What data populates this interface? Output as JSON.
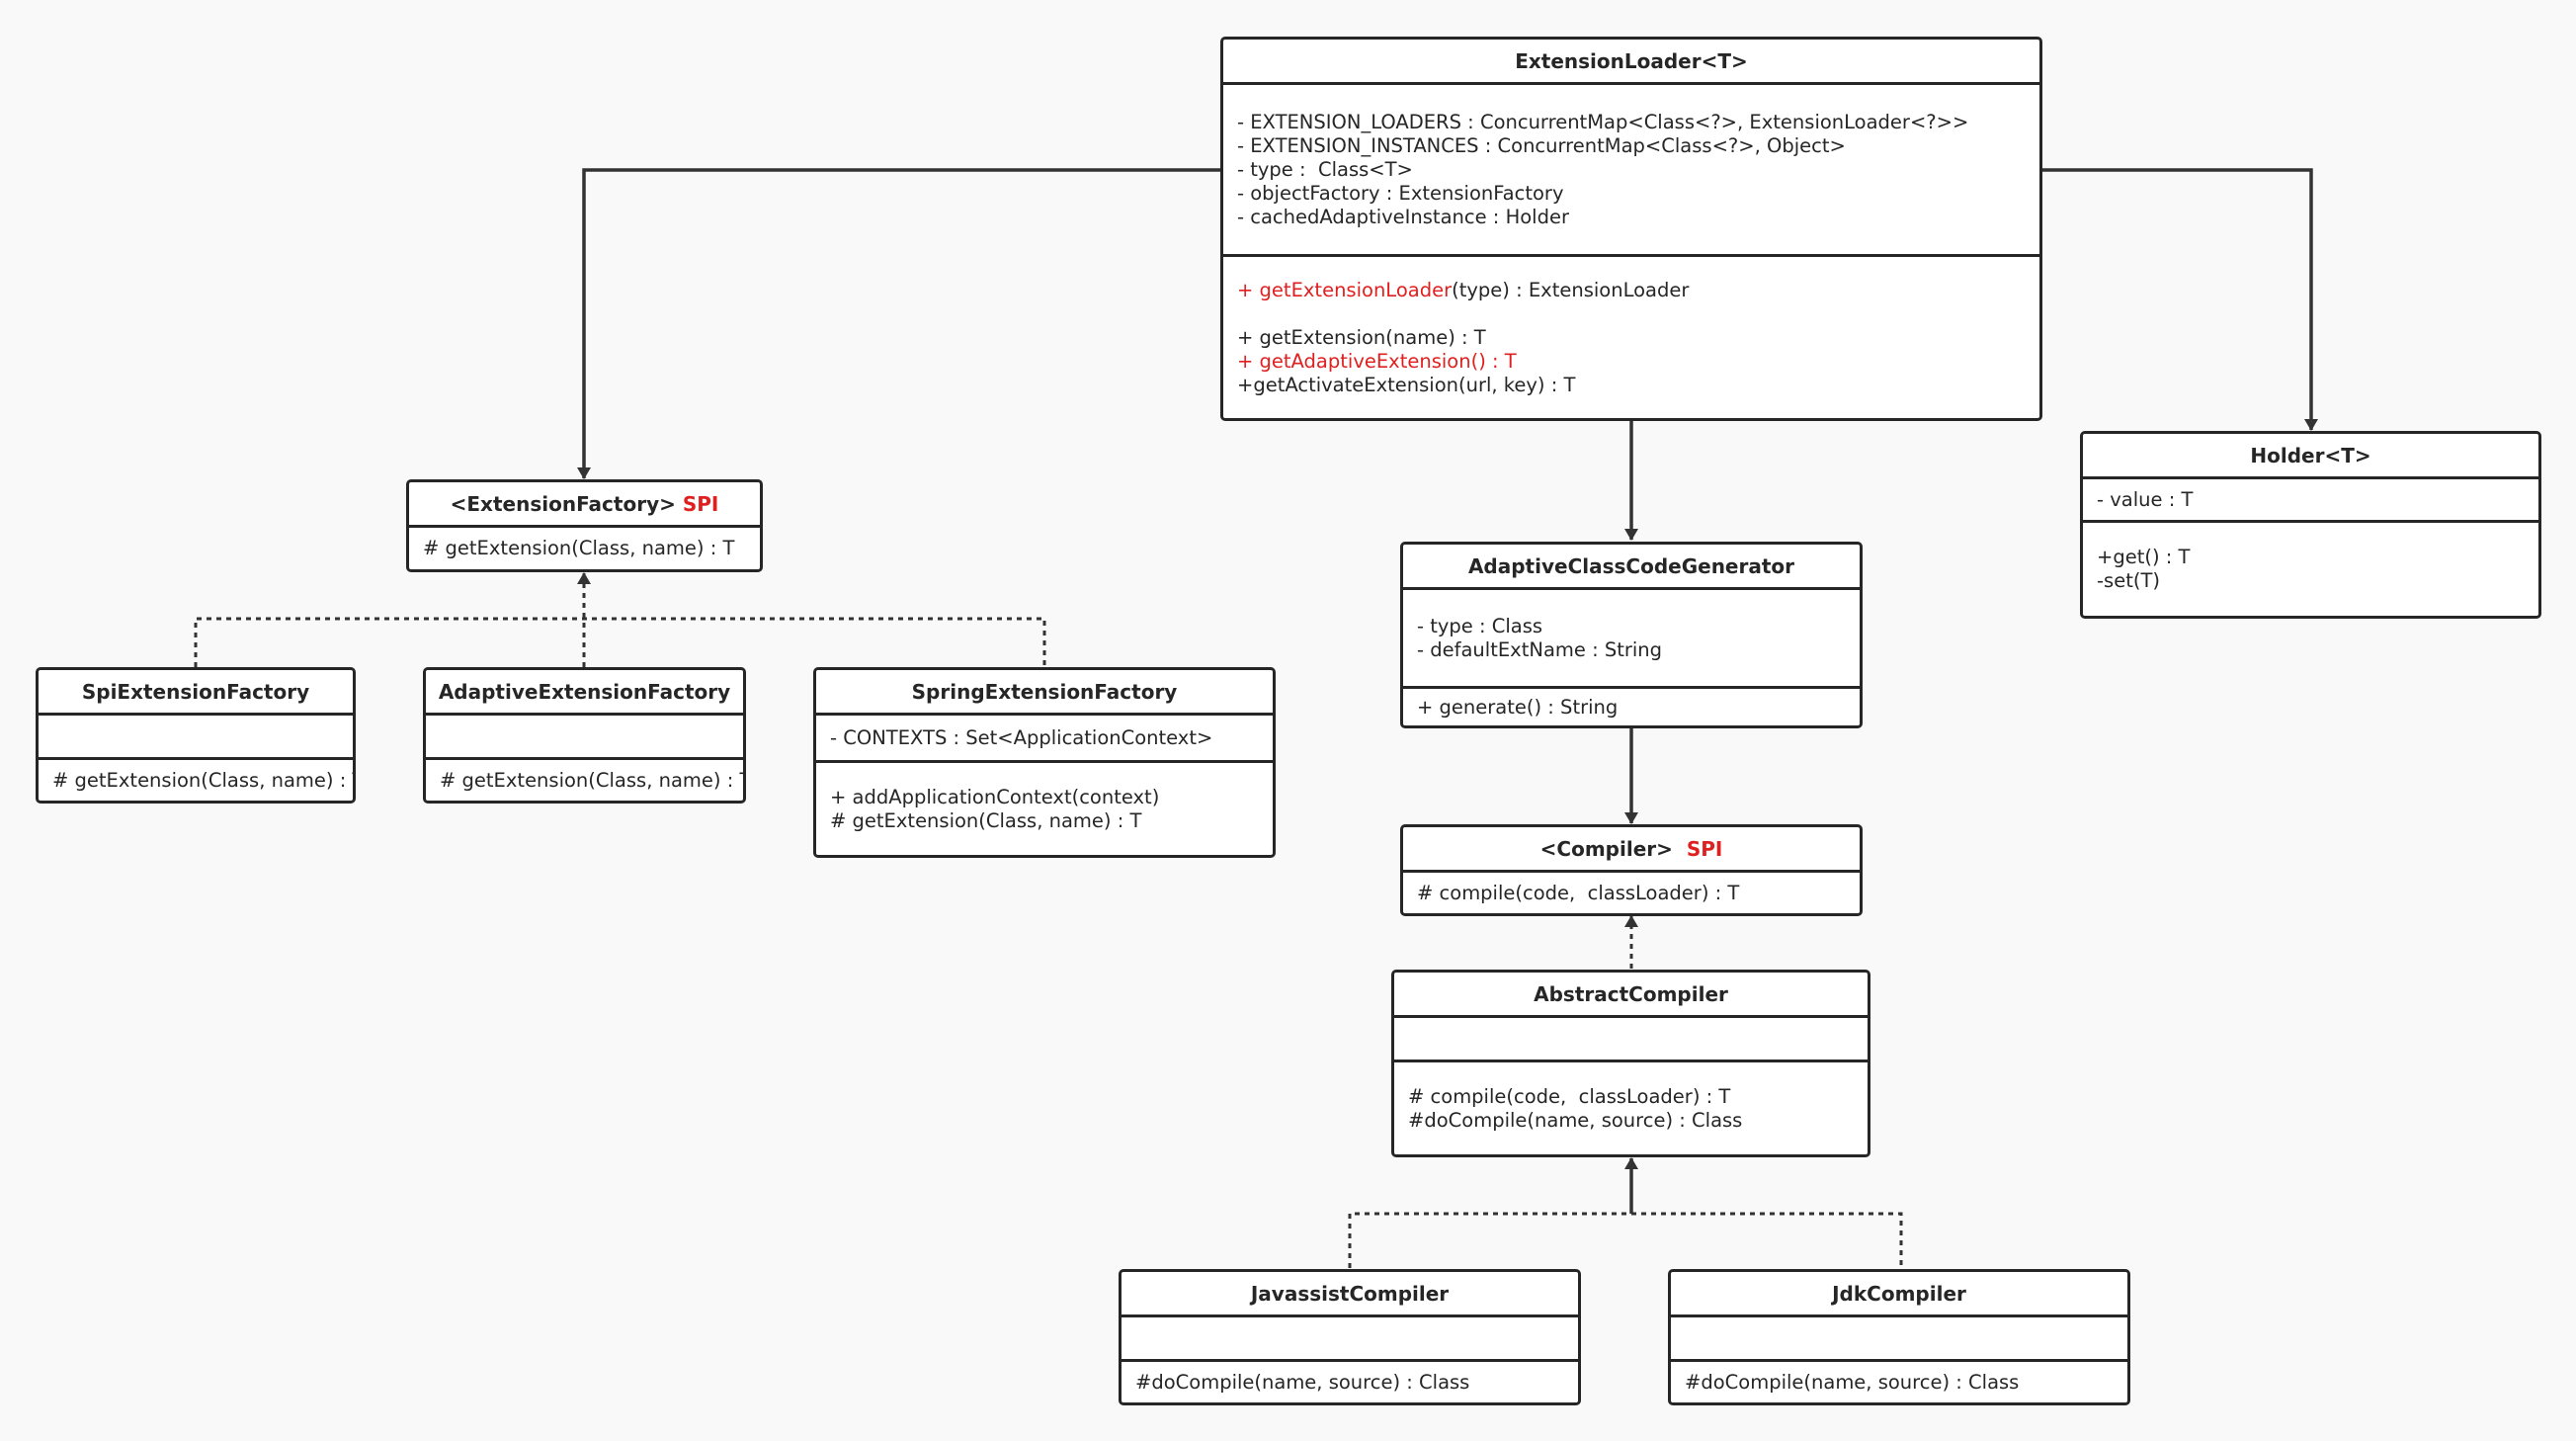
{
  "classes": {
    "extension_loader": {
      "name": "ExtensionLoader<T>",
      "fields": [
        "- EXTENSION_LOADERS : ConcurrentMap<Class<?>, ExtensionLoader<?>>",
        "- EXTENSION_INSTANCES : ConcurrentMap<Class<?>, Object>",
        "- type :  Class<T>",
        "- objectFactory : ExtensionFactory",
        "- cachedAdaptiveInstance : Holder"
      ],
      "methods": [
        {
          "prefix": "+ ",
          "highlight": "getExtensionLoader",
          "rest": "(type) : ExtensionLoader"
        },
        {
          "plain": ""
        },
        {
          "plain": "+ getExtension(name) : T"
        },
        {
          "highlight_full": "+ getAdaptiveExtension() : T"
        },
        {
          "plain": "+getActivateExtension(url, key) : T"
        }
      ]
    },
    "extension_factory": {
      "name": "<ExtensionFactory>",
      "stereotype": "SPI",
      "methods": [
        "# getExtension(Class, name) : T"
      ]
    },
    "spi_extension_factory": {
      "name": "SpiExtensionFactory",
      "methods": [
        "# getExtension(Class, name) : T"
      ]
    },
    "adaptive_extension_factory": {
      "name": "AdaptiveExtensionFactory",
      "methods": [
        "# getExtension(Class, name) : T"
      ]
    },
    "spring_extension_factory": {
      "name": "SpringExtensionFactory",
      "fields": [
        "- CONTEXTS : Set<ApplicationContext>"
      ],
      "methods": [
        "+ addApplicationContext(context)",
        "# getExtension(Class, name) : T"
      ]
    },
    "holder": {
      "name": "Holder<T>",
      "fields": [
        "- value : T"
      ],
      "methods": [
        "+get() : T",
        "-set(T)"
      ]
    },
    "adaptive_class_code_generator": {
      "name": "AdaptiveClassCodeGenerator",
      "fields": [
        "- type : Class",
        "- defaultExtName : String"
      ],
      "methods": [
        "+ generate() : String"
      ]
    },
    "compiler": {
      "name": "<Compiler>",
      "stereotype": "SPI",
      "methods": [
        "# compile(code,  classLoader) : T"
      ]
    },
    "abstract_compiler": {
      "name": "AbstractCompiler",
      "methods": [
        "# compile(code,  classLoader) : T",
        "#doCompile(name, source) : Class"
      ]
    },
    "javassist_compiler": {
      "name": "JavassistCompiler",
      "methods": [
        "#doCompile(name, source) : Class"
      ]
    },
    "jdk_compiler": {
      "name": "JdkCompiler",
      "methods": [
        "#doCompile(name, source) : Class"
      ]
    }
  },
  "colors": {
    "line": "#262626",
    "highlight": "#e02020",
    "background": "#f9f9f9"
  }
}
